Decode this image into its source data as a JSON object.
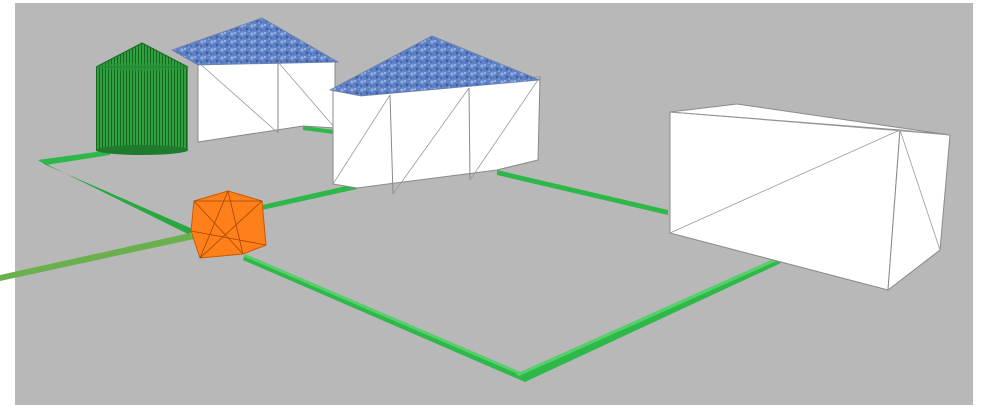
{
  "viewport": {
    "background": "#ffffff",
    "ground_color": "#b8b8b8"
  },
  "colors": {
    "pipe_green": "#2eb84a",
    "pipe_dark": "#1f8f37",
    "incoming_line": "#6ab04c",
    "silo_green": "#2a9a3a",
    "silo_dark": "#1b6e28",
    "pump_orange": "#ff7f1a",
    "pump_dark": "#c95a00",
    "roof_blue": "#5d7fc2",
    "roof_light": "#8ea9dc",
    "wall_white": "#ffffff",
    "edge_gray": "#7a7a7a"
  },
  "objects": [
    {
      "kind": "barn",
      "icon": "barn-icon",
      "roof": "blue-shingle"
    },
    {
      "kind": "barn",
      "icon": "barn-icon",
      "roof": "blue-shingle"
    },
    {
      "kind": "silo",
      "icon": "silo-icon"
    },
    {
      "kind": "pump-station",
      "icon": "pump-icon"
    },
    {
      "kind": "storage-box",
      "icon": "box-icon"
    },
    {
      "kind": "pipeline",
      "icon": "pipe-icon"
    }
  ]
}
